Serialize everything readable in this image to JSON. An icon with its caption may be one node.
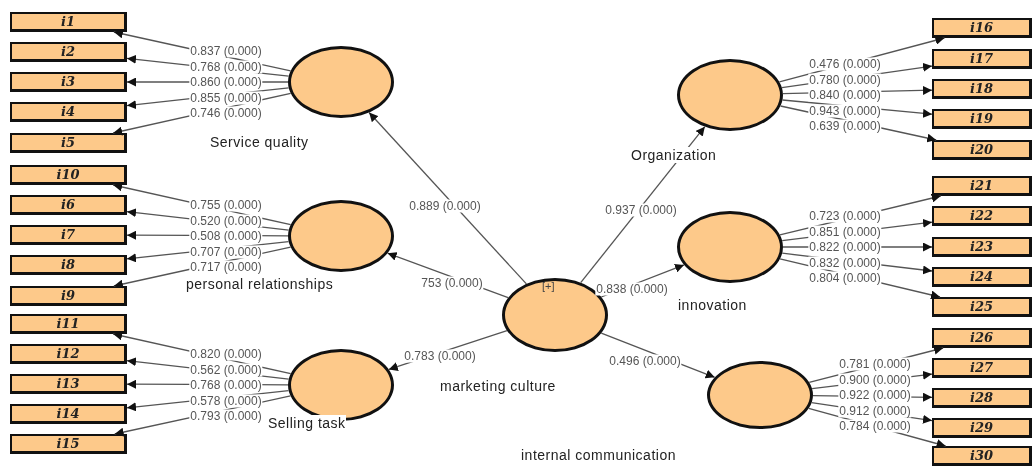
{
  "diagram": {
    "nodes": [
      {
        "text": [
          "i1"
        ]
      },
      {
        "text": [
          "i2"
        ]
      },
      {
        "text": [
          "i3"
        ]
      },
      {
        "text": [
          "i4"
        ]
      },
      {
        "text": [
          "i5"
        ]
      },
      {
        "text": [
          "Service quality"
        ]
      },
      {
        "text": [
          "i10"
        ]
      },
      {
        "text": [
          "i6"
        ]
      },
      {
        "text": [
          "i7"
        ]
      },
      {
        "text": [
          "i8"
        ]
      },
      {
        "text": [
          "i9"
        ]
      },
      {
        "text": [
          "personal relationships"
        ]
      },
      {
        "text": [
          "i11"
        ]
      },
      {
        "text": [
          "i12"
        ]
      },
      {
        "text": [
          "i13"
        ]
      },
      {
        "text": [
          "i14"
        ]
      },
      {
        "text": [
          "i15"
        ]
      },
      {
        "text": [
          "Selling task"
        ]
      },
      {
        "text": [
          "[+]",
          "marketing culture"
        ]
      },
      {
        "text": [
          "Organization"
        ]
      },
      {
        "text": [
          "i16"
        ]
      },
      {
        "text": [
          "i17"
        ]
      },
      {
        "text": [
          "i18"
        ]
      },
      {
        "text": [
          "i19"
        ]
      },
      {
        "text": [
          "i20"
        ]
      },
      {
        "text": [
          "innovation"
        ]
      },
      {
        "text": [
          "i21"
        ]
      },
      {
        "text": [
          "i22"
        ]
      },
      {
        "text": [
          "i23"
        ]
      },
      {
        "text": [
          "i24"
        ]
      },
      {
        "text": [
          "i25"
        ]
      },
      {
        "text": [
          "internal communication"
        ]
      },
      {
        "text": [
          "i26"
        ]
      },
      {
        "text": [
          "i27"
        ]
      },
      {
        "text": [
          "i28"
        ]
      },
      {
        "text": [
          "i29"
        ]
      },
      {
        "text": [
          "i30"
        ]
      }
    ],
    "edges": [
      {
        "from": 18,
        "to": 5,
        "arrow": "to",
        "label": "0.889 (0.000)"
      },
      {
        "from": 18,
        "to": 11,
        "arrow": "to",
        "label": "753 (0.000)"
      },
      {
        "from": 18,
        "to": 17,
        "arrow": "to",
        "label": "0.783 (0.000)"
      },
      {
        "from": 18,
        "to": 19,
        "arrow": "to",
        "label": "0.937 (0.000)"
      },
      {
        "from": 18,
        "to": 25,
        "arrow": "to",
        "label": "0.838 (0.000)"
      },
      {
        "from": 18,
        "to": 31,
        "arrow": "to",
        "label": "0.496 (0.000)"
      },
      {
        "from": 5,
        "to": 0,
        "arrow": "to",
        "label": "0.837 (0.000)"
      },
      {
        "from": 5,
        "to": 1,
        "arrow": "to",
        "label": "0.768 (0.000)"
      },
      {
        "from": 5,
        "to": 2,
        "arrow": "to",
        "label": "0.860 (0.000)"
      },
      {
        "from": 5,
        "to": 3,
        "arrow": "to",
        "label": "0.855 (0.000)"
      },
      {
        "from": 5,
        "to": 4,
        "arrow": "to",
        "label": "0.746 (0.000)"
      },
      {
        "from": 11,
        "to": 6,
        "arrow": "to",
        "label": "0.755 (0.000)"
      },
      {
        "from": 11,
        "to": 7,
        "arrow": "to",
        "label": "0.520 (0.000)"
      },
      {
        "from": 11,
        "to": 8,
        "arrow": "to",
        "label": "0.508 (0.000)"
      },
      {
        "from": 11,
        "to": 9,
        "arrow": "to",
        "label": "0.707 (0.000)"
      },
      {
        "from": 11,
        "to": 10,
        "arrow": "to",
        "label": "0.717 (0.000)"
      },
      {
        "from": 17,
        "to": 12,
        "arrow": "to",
        "label": "0.820 (0.000)"
      },
      {
        "from": 17,
        "to": 13,
        "arrow": "to",
        "label": "0.562 (0.000)"
      },
      {
        "from": 17,
        "to": 14,
        "arrow": "to",
        "label": "0.768 (0.000)"
      },
      {
        "from": 17,
        "to": 15,
        "arrow": "to",
        "label": "0.578 (0.000)"
      },
      {
        "from": 17,
        "to": 16,
        "arrow": "to",
        "label": "0.793 (0.000)"
      },
      {
        "from": 19,
        "to": 20,
        "arrow": "to",
        "label": "0.476 (0.000)"
      },
      {
        "from": 19,
        "to": 21,
        "arrow": "to",
        "label": "0.780 (0.000)"
      },
      {
        "from": 19,
        "to": 22,
        "arrow": "to",
        "label": "0.840 (0.000)"
      },
      {
        "from": 19,
        "to": 23,
        "arrow": "to",
        "label": "0.943 (0.000)"
      },
      {
        "from": 19,
        "to": 24,
        "arrow": "to",
        "label": "0.639 (0.000)"
      },
      {
        "from": 25,
        "to": 26,
        "arrow": "to",
        "label": "0.723 (0.000)"
      },
      {
        "from": 25,
        "to": 27,
        "arrow": "to",
        "label": "0.851 (0.000)"
      },
      {
        "from": 25,
        "to": 28,
        "arrow": "to",
        "label": "0.822 (0.000)"
      },
      {
        "from": 25,
        "to": 29,
        "arrow": "to",
        "label": "0.832 (0.000)"
      },
      {
        "from": 25,
        "to": 30,
        "arrow": "to",
        "label": "0.804 (0.000)"
      },
      {
        "from": 31,
        "to": 32,
        "arrow": "to",
        "label": "0.781 (0.000)"
      },
      {
        "from": 31,
        "to": 33,
        "arrow": "to",
        "label": "0.900 (0.000)"
      },
      {
        "from": 31,
        "to": 34,
        "arrow": "to",
        "label": "0.922 (0.000)"
      },
      {
        "from": 31,
        "to": 35,
        "arrow": "to",
        "label": "0.912 (0.000)"
      },
      {
        "from": 31,
        "to": 36,
        "arrow": "to",
        "label": "0.784 (0.000)"
      }
    ]
  }
}
